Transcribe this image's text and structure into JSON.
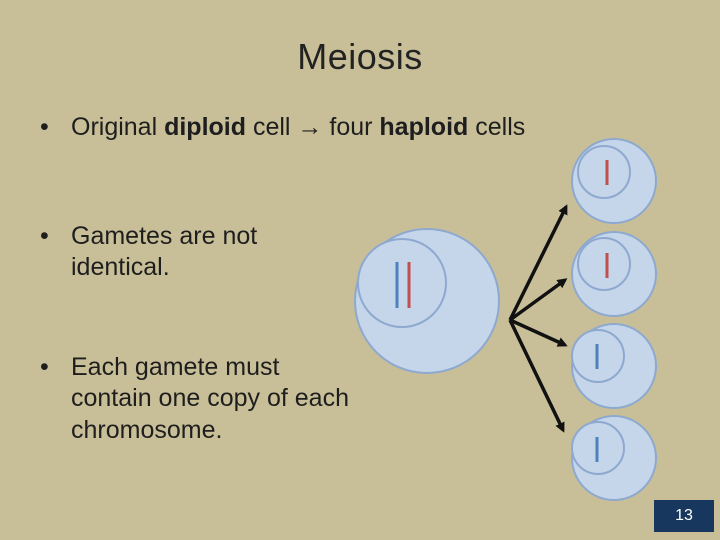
{
  "title": "Meiosis",
  "bullets": [
    {
      "marker": "•",
      "parts": {
        "t1": "Original ",
        "b1": "diploid",
        "t2": " cell ",
        "arrow": "→",
        "t3": " four ",
        "b2": "haploid",
        "t4": " cells"
      }
    },
    {
      "marker": "•",
      "text": "Gametes are not identical."
    },
    {
      "marker": "•",
      "text": "Each gamete must contain one copy of each chromosome."
    }
  ],
  "diagram": {
    "cell_fill": "#c5d5ea",
    "cell_outline": "#8ea9cf",
    "chromosome_red": "#c0504d",
    "chromosome_blue": "#4f81bd",
    "parent_cell": {
      "ploidy": "diploid",
      "chromosomes": [
        "blue",
        "red"
      ]
    },
    "daughter_cells": [
      {
        "ploidy": "haploid",
        "chromosome": "red"
      },
      {
        "ploidy": "haploid",
        "chromosome": "red"
      },
      {
        "ploidy": "haploid",
        "chromosome": "blue"
      },
      {
        "ploidy": "haploid",
        "chromosome": "blue"
      }
    ]
  },
  "page_number": "13"
}
